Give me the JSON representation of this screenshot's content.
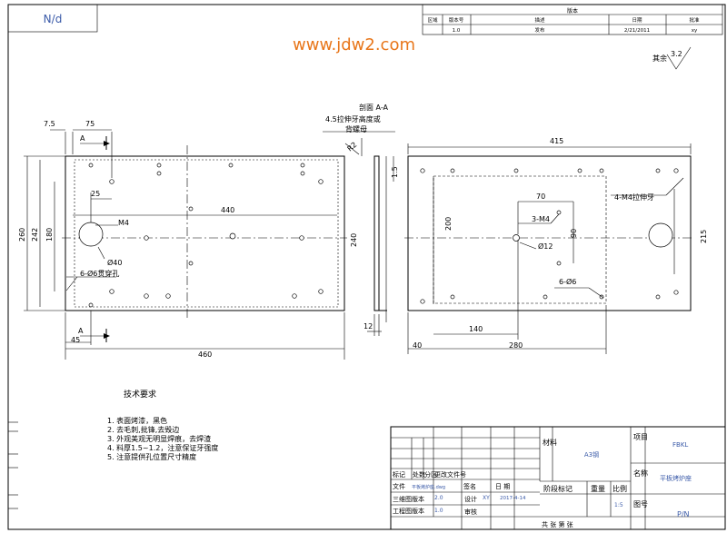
{
  "corner_tag": "N/d",
  "watermark": "www.jdw2.com",
  "revision_table": {
    "title": "版本",
    "headers": [
      "区域",
      "版本号",
      "描述",
      "日期",
      "批准"
    ],
    "row": [
      "",
      "1.0",
      "发布",
      "2/21/2011",
      "xy"
    ]
  },
  "surface_finish": {
    "label": "其余",
    "value": "3.2"
  },
  "section_label": "剖面 A-A",
  "section_note_1": "4.5拉伸牙高度或",
  "section_note_2": "背螺母",
  "section_r": "R2",
  "section_dims": {
    "thickness": "1.5",
    "height": "240",
    "flange": "12"
  },
  "left_view": {
    "section_arrow_top": "A",
    "section_arrow_bottom": "A",
    "dim_7_5": "7.5",
    "dim_75": "75",
    "dim_25": "25",
    "dim_440": "440",
    "dim_m4": "M4",
    "dim_260": "260",
    "dim_242": "242",
    "dim_180": "180",
    "dim_d40": "Ø40",
    "dim_6holes": "6-Ø6贯穿孔",
    "dim_45": "45",
    "dim_460": "460"
  },
  "right_view": {
    "dim_415": "415",
    "dim_70": "70",
    "dim_4m4": "4-M4拉伸牙",
    "dim_200": "200",
    "dim_3m4": "3-M4",
    "dim_90": "90",
    "dim_d12": "Ø12",
    "dim_215": "215",
    "dim_6d6": "6-Ø6",
    "dim_140": "140",
    "dim_40": "40",
    "dim_280": "280"
  },
  "tech_title": "技术要求",
  "tech_items": [
    "1.   表面烤漆，黑色",
    "2.   去毛刺,批锋,去毁边",
    "3.   外观美观无明显焊痕，去焊渣",
    "4.   料厚1.5~1.2，注意保证牙强度",
    "5.   注意提供孔位置尺寸精度"
  ],
  "title_block": {
    "material_label": "材料",
    "material": "A3钢",
    "project_label": "项目",
    "project": "FBKL",
    "name_label": "名称",
    "name": "平板烤炉座",
    "drawing_label": "图号",
    "drawing": "P/N",
    "rev_headers": [
      "标记",
      "处数",
      "分区",
      "更改文件号",
      "签名",
      "日 期"
    ],
    "file_label": "文件",
    "file": "平板烤炉座.dwg",
    "model_ver_label": "三维图版本",
    "model_ver": "2.0",
    "eng_ver_label": "工程图版本",
    "eng_ver": "1.0",
    "design_label": "设计",
    "designer": "XY",
    "design_date": "2017-4-14",
    "review_label": "审核",
    "stage_label": "阶段标记",
    "weight_label": "重量",
    "scale_label": "比例",
    "scale": "1:5",
    "sheet_text": "共    张   第     张"
  }
}
